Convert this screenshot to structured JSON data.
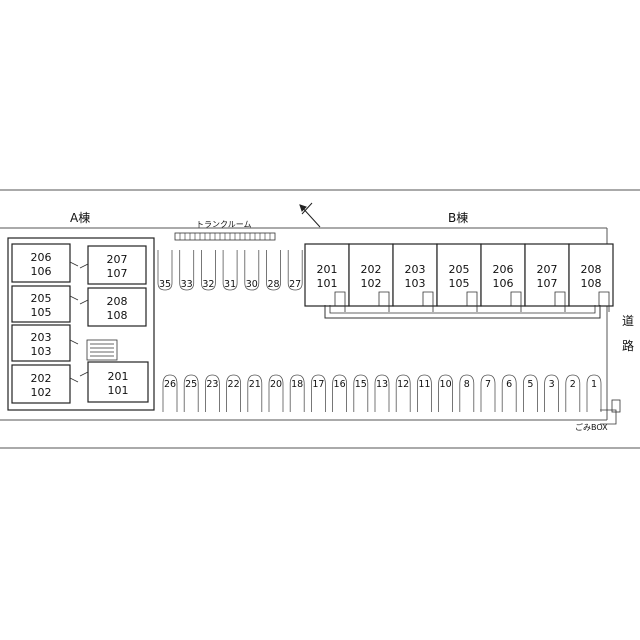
{
  "labels": {
    "building_a": "A棟",
    "building_b": "B棟",
    "trunk_room": "トランクルーム",
    "road": "道路",
    "garbage_box": "ごみBOX"
  },
  "building_a_units": [
    [
      "206",
      "106"
    ],
    [
      "205",
      "105"
    ],
    [
      "203",
      "103"
    ],
    [
      "202",
      "102"
    ],
    [
      "207",
      "107"
    ],
    [
      "208",
      "108"
    ],
    [
      "201",
      "101"
    ]
  ],
  "building_b_units": [
    [
      "201",
      "101"
    ],
    [
      "202",
      "102"
    ],
    [
      "203",
      "103"
    ],
    [
      "205",
      "105"
    ],
    [
      "206",
      "106"
    ],
    [
      "207",
      "107"
    ],
    [
      "208",
      "108"
    ]
  ],
  "parking_top": [
    "35",
    "33",
    "32",
    "31",
    "30",
    "28",
    "27"
  ],
  "parking_bottom": [
    "26",
    "25",
    "23",
    "22",
    "21",
    "20",
    "18",
    "17",
    "16",
    "15",
    "13",
    "12",
    "11",
    "10",
    "8",
    "7",
    "6",
    "5",
    "3",
    "2",
    "1"
  ]
}
